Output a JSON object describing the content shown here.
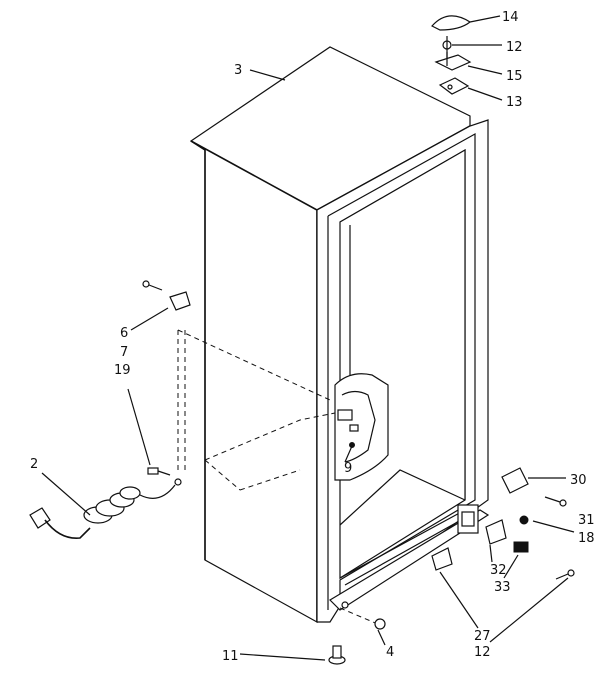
{
  "callouts": {
    "c14": "14",
    "c12a": "12",
    "c15": "15",
    "c13": "13",
    "c3": "3",
    "c6": "6",
    "c7": "7",
    "c19": "19",
    "c2": "2",
    "c9": "9",
    "c30": "30",
    "c31": "31",
    "c18": "18",
    "c32": "32",
    "c33": "33",
    "c27": "27",
    "c12b": "12",
    "c11": "11",
    "c4": "4"
  }
}
